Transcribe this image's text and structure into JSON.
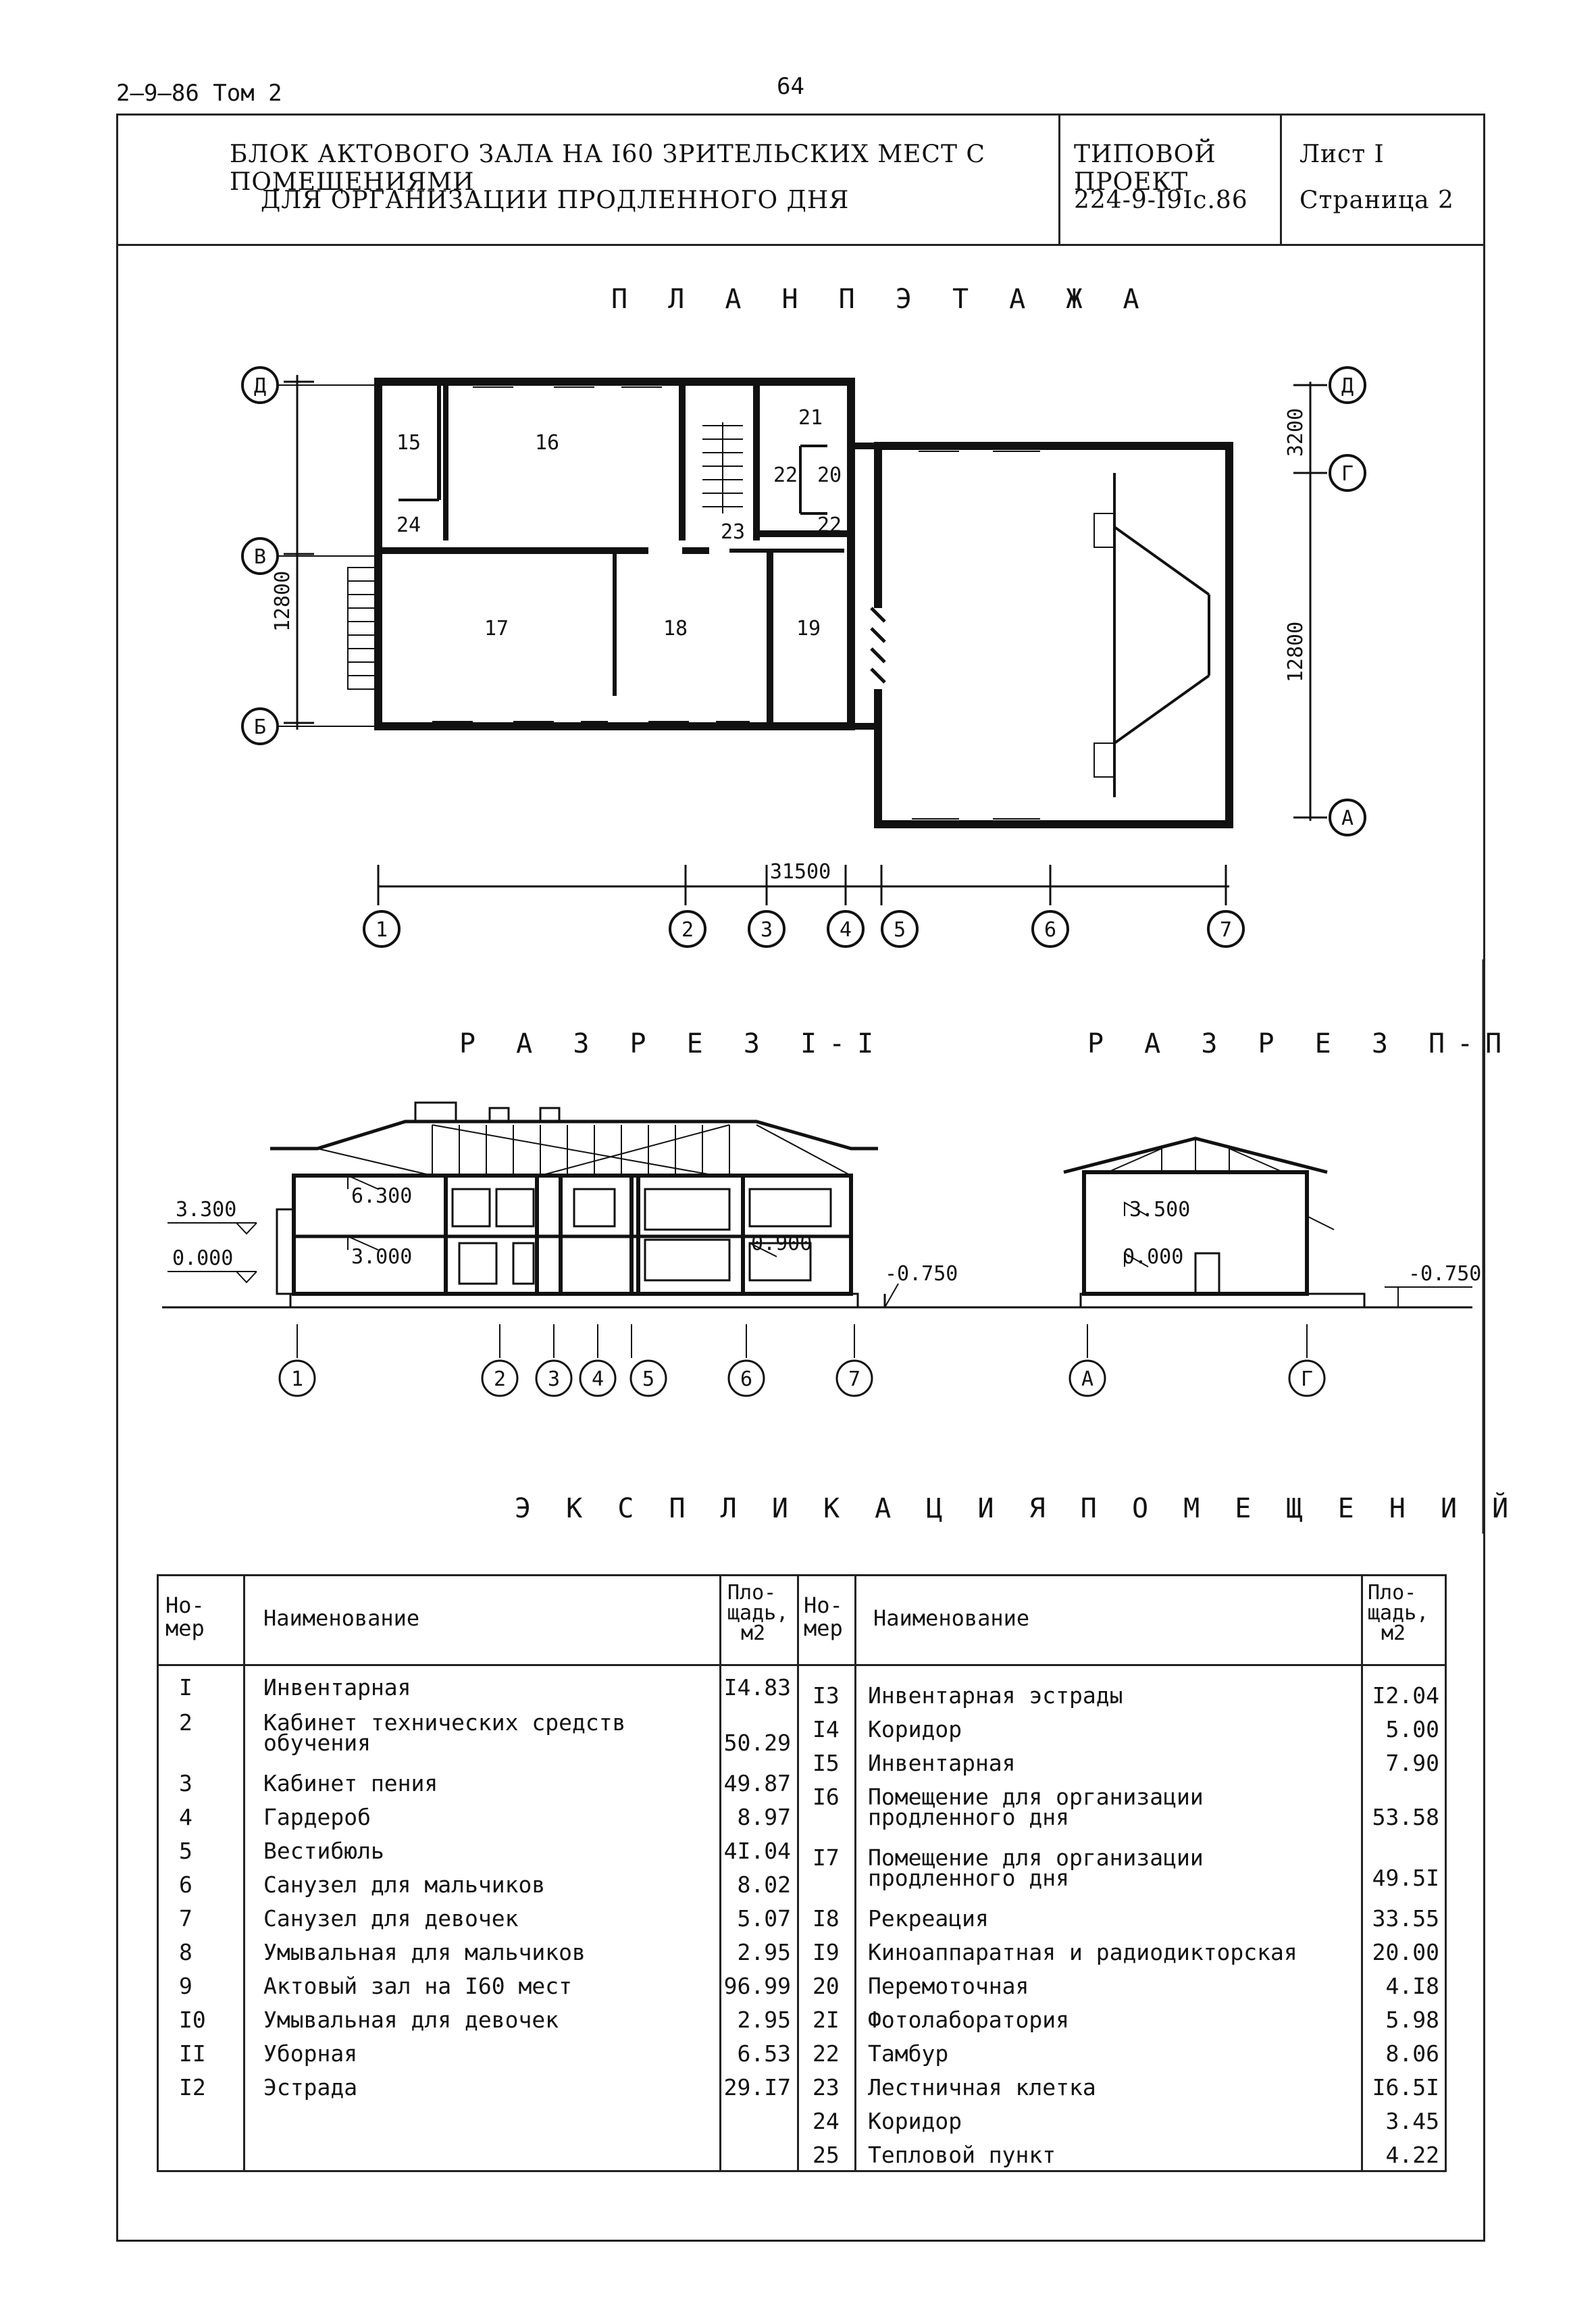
{
  "header": {
    "doc_code": "2–9–86 Том 2",
    "page_number": "64"
  },
  "title_block": {
    "title_line1": "БЛОК АКТОВОГО ЗАЛА НА I60 ЗРИТЕЛЬСКИХ МЕСТ С ПОМЕЩЕНИЯМИ",
    "title_line2": "ДЛЯ ОРГАНИЗАЦИИ ПРОДЛЕННОГО ДНЯ",
    "project_label": "ТИПОВОЙ ПРОЕКТ",
    "project_code": "224-9-I9Iс.86",
    "sheet": "Лист  I",
    "page": "Страница 2"
  },
  "plan": {
    "title": "П Л А Н  П  Э Т А Ж А",
    "axis_letters_left": [
      "Д",
      "В",
      "Б"
    ],
    "axis_letters_right": [
      "Д",
      "Г",
      "А"
    ],
    "axis_numbers": [
      "1",
      "2",
      "3",
      "4",
      "5",
      "6",
      "7"
    ],
    "dim_left": "12800",
    "dim_right_top": "3200",
    "dim_right": "12800",
    "dim_bottom": "31500",
    "rooms": [
      "15",
      "16",
      "21",
      "22",
      "20",
      "22",
      "24",
      "23",
      "17",
      "18",
      "19"
    ]
  },
  "section1": {
    "title": "Р А З Р Е З  I-I",
    "level_3300": "3.300",
    "level_0000": "0.000",
    "level_6300": "6.300",
    "level_3000": "3.000",
    "level_0900": "0.900",
    "level_m0750": "-0.750",
    "axis_numbers": [
      "1",
      "2",
      "3",
      "4",
      "5",
      "6",
      "7"
    ]
  },
  "section2": {
    "title": "Р А З Р Е З  П-П",
    "level_3500": "3.500",
    "level_0000": "0.000",
    "level_m0750": "-0.750",
    "axis_letters": [
      "А",
      "Г"
    ]
  },
  "explication": {
    "title": "Э К С П Л И К А Ц И Я   П О М Е Щ Е Н И Й",
    "head_num": [
      "Но-",
      "мер"
    ],
    "head_name": "Наименование",
    "head_area": [
      "Пло-",
      "щадь,",
      "м2"
    ],
    "left_rows": [
      {
        "num": "I",
        "name": "Инвентарная",
        "area": "I4.83"
      },
      {
        "num": "2",
        "name": "Кабинет технических средств",
        "name2": "обучения",
        "area": "50.29"
      },
      {
        "num": "3",
        "name": "Кабинет пения",
        "area": "49.87"
      },
      {
        "num": "4",
        "name": "Гардероб",
        "area": "8.97"
      },
      {
        "num": "5",
        "name": "Вестибюль",
        "area": "4I.04"
      },
      {
        "num": "6",
        "name": "Санузел для мальчиков",
        "area": "8.02"
      },
      {
        "num": "7",
        "name": "Санузел для девочек",
        "area": "5.07"
      },
      {
        "num": "8",
        "name": "Умывальная для мальчиков",
        "area": "2.95"
      },
      {
        "num": "9",
        "name": "Актовый зал на I60 мест",
        "area": "96.99"
      },
      {
        "num": "I0",
        "name": "Умывальная для девочек",
        "area": "2.95"
      },
      {
        "num": "II",
        "name": "Уборная",
        "area": "6.53"
      },
      {
        "num": "I2",
        "name": "Эстрада",
        "area": "29.I7"
      }
    ],
    "right_rows": [
      {
        "num": "I3",
        "name": "Инвентарная эстрады",
        "area": "I2.04"
      },
      {
        "num": "I4",
        "name": "Коридор",
        "area": "5.00"
      },
      {
        "num": "I5",
        "name": "Инвентарная",
        "area": "7.90"
      },
      {
        "num": "I6",
        "name": "Помещение для организации",
        "name2": "продленного дня",
        "area": "53.58"
      },
      {
        "num": "I7",
        "name": "Помещение для организации",
        "name2": "продленного дня",
        "area": "49.5I"
      },
      {
        "num": "I8",
        "name": "Рекреация",
        "area": "33.55"
      },
      {
        "num": "I9",
        "name": "Киноаппаратная и радиодикторская",
        "area": "20.00"
      },
      {
        "num": "20",
        "name": "Перемоточная",
        "area": "4.I8"
      },
      {
        "num": "2I",
        "name": "Фотолаборатория",
        "area": "5.98"
      },
      {
        "num": "22",
        "name": "Тамбур",
        "area": "8.06"
      },
      {
        "num": "23",
        "name": "Лестничная клетка",
        "area": "I6.5I"
      },
      {
        "num": "24",
        "name": "Коридор",
        "area": "3.45"
      },
      {
        "num": "25",
        "name": "Тепловой пункт",
        "area": "4.22"
      }
    ]
  }
}
